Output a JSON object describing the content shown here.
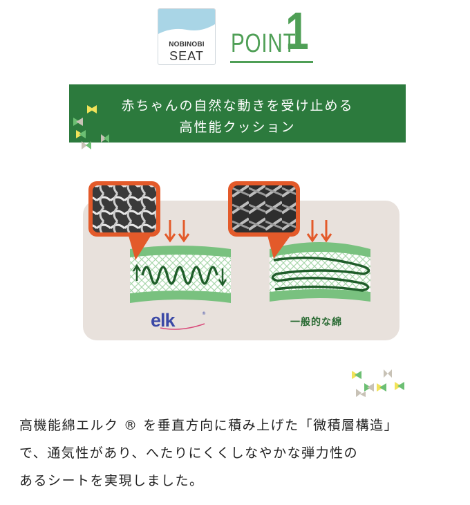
{
  "logo": {
    "line1": "NOBINOBI",
    "line2": "SEAT",
    "colors": {
      "wave": "#a9d5e6",
      "text": "#333333",
      "border": "#cfd6dc"
    }
  },
  "point": {
    "word": "POINT",
    "number": "1",
    "color": "#4f9f56"
  },
  "banner": {
    "line1": "赤ちゃんの自然な動きを受け止める",
    "line2": "高性能クッション",
    "color": "#2c7a3d"
  },
  "diagram": {
    "left_label_logo": "elk",
    "left_label_reg": "®",
    "right_label": "一般的な綿",
    "colors": {
      "panel": "#e8e1dc",
      "green_layer": "#79c17f",
      "dark_green": "#2b6b34",
      "arrow": "#e35a2a",
      "photo_border": "#e35a2a",
      "elk_blue": "#3b49a6"
    }
  },
  "body": {
    "line1": "高機能綿エルク ® を垂直方向に積み上げた「微積層構造」",
    "line2": "で、通気性があり、へたりにくくしなやかな弾力性の",
    "line3": "あるシートを実現しました。"
  }
}
